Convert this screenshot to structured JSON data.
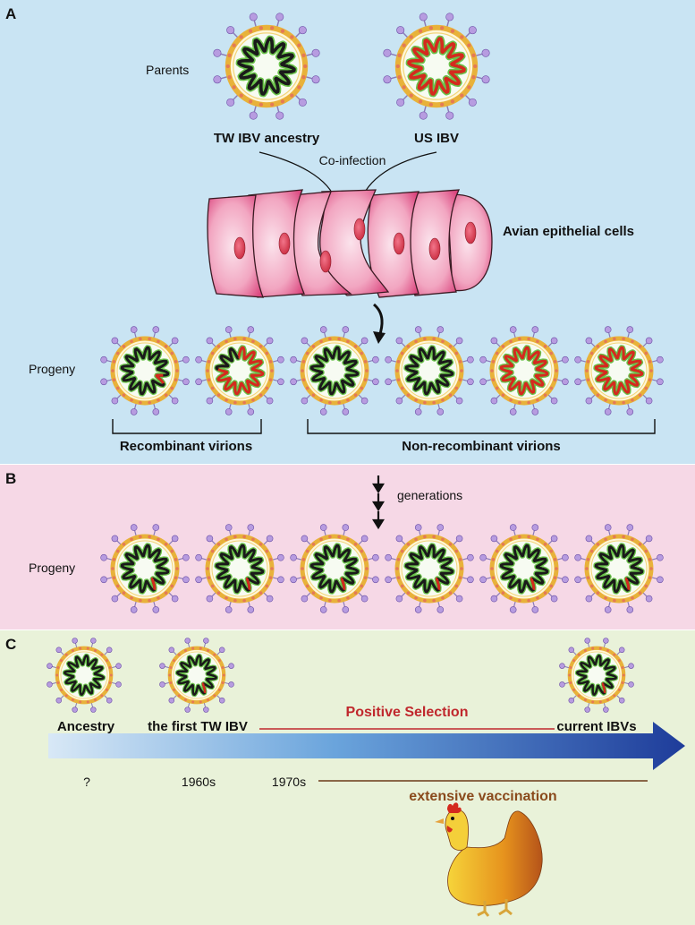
{
  "panel_a": {
    "label": "A",
    "parents_label": "Parents",
    "parent_1": "TW IBV ancestry",
    "parent_2": "US IBV",
    "coinfection": "Co-infection",
    "cells": "Avian epithelial cells",
    "progeny_label": "Progeny",
    "recombinant": "Recombinant virions",
    "non_recombinant": "Non-recombinant virions"
  },
  "panel_b": {
    "label": "B",
    "generations": "generations",
    "progeny_label": "Progeny"
  },
  "panel_c": {
    "label": "C",
    "ancestry": "Ancestry",
    "first_tw": "the first TW IBV",
    "positive_selection": "Positive Selection",
    "current": "current IBVs",
    "t0": "?",
    "t1": "1960s",
    "t2": "1970s",
    "vaccination": "extensive vaccination"
  },
  "colors": {
    "panel_a_bg": "#c9e4f3",
    "panel_b_bg": "#f6d8e6",
    "panel_c_bg": "#e9f2d9",
    "tw_genome": "#1a1a1a",
    "us_genome": "#d42a1e",
    "selection_line": "#c0282d",
    "vaccination_line": "#8a4a1c"
  }
}
